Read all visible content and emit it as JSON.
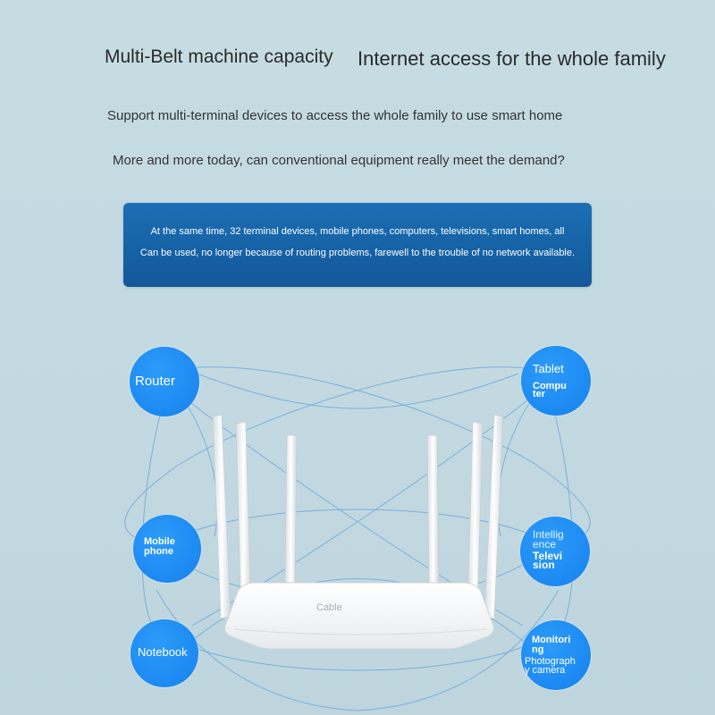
{
  "header": {
    "left_title": "Multi-Belt machine capacity",
    "right_title": "Internet access for the whole family"
  },
  "intro": {
    "line1": "Support multi-terminal devices to access the whole family to use smart home",
    "line2": "More and more today, can conventional equipment really meet the demand?"
  },
  "banner": {
    "line1": "At the same time, 32 terminal devices, mobile phones, computers, televisions, smart homes, all",
    "line2": "Can be used, no longer because of routing problems, farewell to the trouble of no network available."
  },
  "devices": {
    "router": "Router",
    "tablet": "Tablet",
    "computer_a": "Compu",
    "computer_b": "ter",
    "mobile_a": "Mobile",
    "mobile_b": "phone",
    "tv_a": "Intellig",
    "tv_b": "ence",
    "tv_c": "Televi",
    "tv_d": "sion",
    "notebook": "Notebook",
    "monitor_a": "Monitori",
    "monitor_b": "ng",
    "monitor_c": "Photograph",
    "monitor_d": "y camera"
  },
  "product": {
    "brand": "Cable"
  },
  "colors": {
    "banner": "#1763a7",
    "circle": "#1e8cf3",
    "background": "#c6dce3"
  }
}
